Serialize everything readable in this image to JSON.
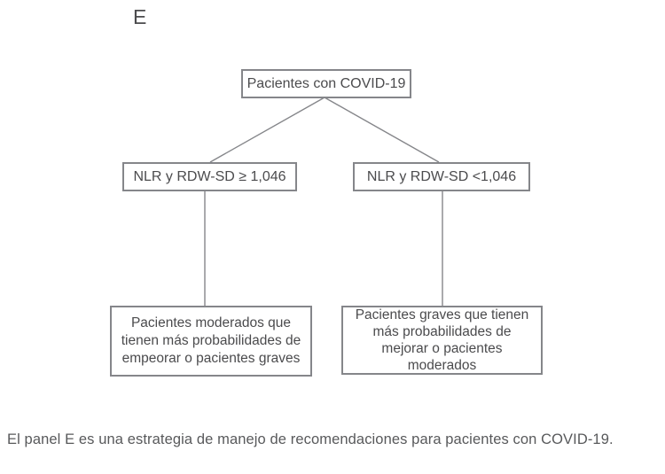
{
  "panel_label": "E",
  "flowchart": {
    "root": {
      "label": "Pacientes con COVID-19"
    },
    "branch_left": {
      "label": "NLR y RDW-SD ≥ 1,046"
    },
    "branch_right": {
      "label": "NLR y RDW-SD <1,046"
    },
    "outcome_left": {
      "label": "Pacientes moderados que\ntienen más probabilidades de\nempeorar o pacientes graves"
    },
    "outcome_right": {
      "label": "Pacientes graves que tienen\nmás probabilidades de\nmejorar o pacientes\nmoderados"
    }
  },
  "caption": "El panel E es una estrategia de manejo de recomendaciones para pacientes con COVID-19.",
  "colors": {
    "background": "#ffffff",
    "box_border": "#85868a",
    "connector_line": "#85868a",
    "box_text": "#4b4b4d",
    "caption_text": "#58595b"
  }
}
